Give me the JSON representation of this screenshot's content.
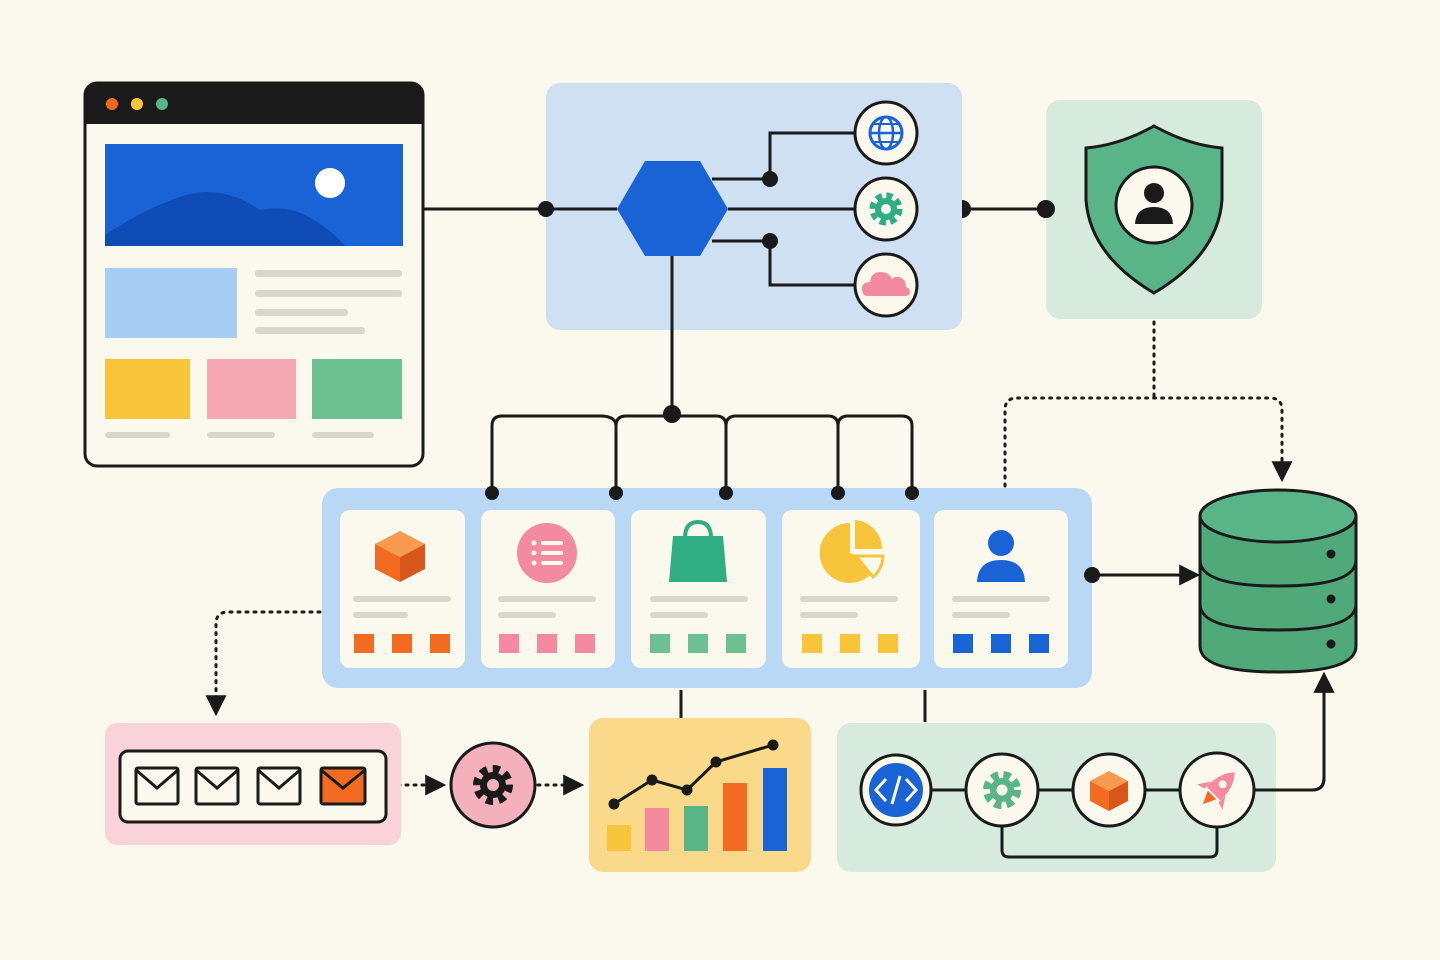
{
  "diagram": {
    "title": "",
    "nodes": [
      {
        "id": "web-client",
        "kind": "browser-window",
        "icon": "image-icon"
      },
      {
        "id": "api-gateway",
        "kind": "hexagon",
        "icon": "hexagon-icon"
      },
      {
        "id": "web-service",
        "kind": "circle",
        "icon": "globe-icon"
      },
      {
        "id": "config-service",
        "kind": "circle",
        "icon": "gear-icon"
      },
      {
        "id": "cloud-service",
        "kind": "circle",
        "icon": "cloud-icon"
      },
      {
        "id": "auth-security",
        "kind": "shield",
        "icon": "shield-user-icon"
      },
      {
        "id": "service-inventory",
        "kind": "card",
        "icon": "cube-icon"
      },
      {
        "id": "service-lists",
        "kind": "card",
        "icon": "list-icon"
      },
      {
        "id": "service-shop",
        "kind": "card",
        "icon": "shopping-bag-icon"
      },
      {
        "id": "service-analytics",
        "kind": "card",
        "icon": "pie-chart-icon"
      },
      {
        "id": "service-users",
        "kind": "card",
        "icon": "user-icon"
      },
      {
        "id": "database",
        "kind": "cylinder",
        "icon": "database-icon"
      },
      {
        "id": "message-queue",
        "kind": "panel",
        "icon": "envelope-icon"
      },
      {
        "id": "queue-processor",
        "kind": "circle",
        "icon": "gear-icon"
      },
      {
        "id": "reporting",
        "kind": "panel",
        "icon": "bar-chart-icon"
      },
      {
        "id": "ci-code",
        "kind": "circle",
        "icon": "code-icon"
      },
      {
        "id": "ci-build",
        "kind": "circle",
        "icon": "gear-icon"
      },
      {
        "id": "ci-package",
        "kind": "circle",
        "icon": "cube-icon"
      },
      {
        "id": "ci-deploy",
        "kind": "circle",
        "icon": "rocket-icon"
      }
    ],
    "edges": [
      {
        "from": "web-client",
        "to": "api-gateway",
        "style": "solid"
      },
      {
        "from": "api-gateway",
        "to": "web-service",
        "style": "solid"
      },
      {
        "from": "api-gateway",
        "to": "config-service",
        "style": "solid"
      },
      {
        "from": "api-gateway",
        "to": "cloud-service",
        "style": "solid"
      },
      {
        "from": "api-gateway",
        "to": "auth-security",
        "style": "solid"
      },
      {
        "from": "api-gateway",
        "to": "service-inventory",
        "style": "solid"
      },
      {
        "from": "api-gateway",
        "to": "service-lists",
        "style": "solid"
      },
      {
        "from": "api-gateway",
        "to": "service-shop",
        "style": "solid"
      },
      {
        "from": "api-gateway",
        "to": "service-analytics",
        "style": "solid"
      },
      {
        "from": "api-gateway",
        "to": "service-users",
        "style": "solid"
      },
      {
        "from": "auth-security",
        "to": "database",
        "style": "dotted"
      },
      {
        "from": "service-users",
        "to": "database",
        "style": "solid-arrow"
      },
      {
        "from": "service-inventory",
        "to": "message-queue",
        "style": "dotted-arrow"
      },
      {
        "from": "message-queue",
        "to": "queue-processor",
        "style": "dotted-arrow"
      },
      {
        "from": "queue-processor",
        "to": "reporting",
        "style": "dotted-arrow"
      },
      {
        "from": "ci-deploy",
        "to": "database",
        "style": "solid-arrow"
      }
    ],
    "colors": {
      "background": "#fbf8ee",
      "ink": "#1a1a1a",
      "blue": "#1a63d6",
      "blue_light": "#cfe0f3",
      "services_bg": "#b9d8f5",
      "green": "#59b487",
      "green_light": "#d6ebdd",
      "pink": "#f48aa0",
      "pink_light": "#f9d3d9",
      "orange": "#f26b21",
      "yellow": "#f8c53a",
      "yellow_light": "#fbd98a",
      "teal": "#2fae84"
    }
  }
}
